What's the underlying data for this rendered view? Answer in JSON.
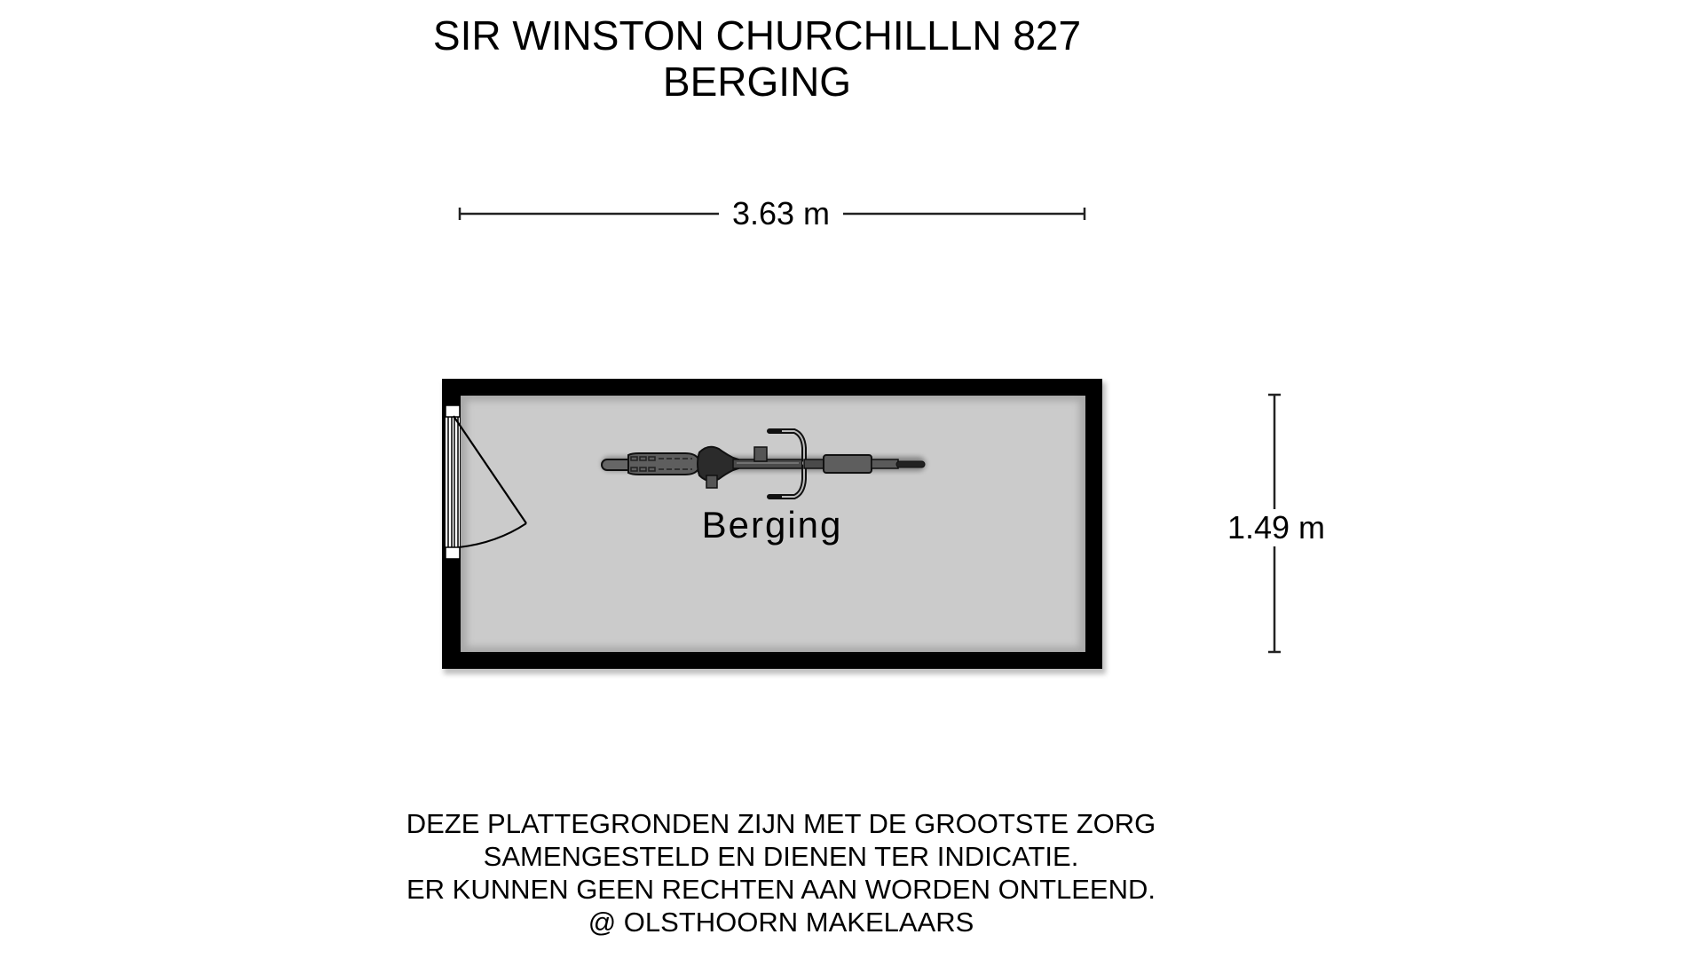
{
  "header": {
    "address": "SIR WINSTON CHURCHILLLN 827",
    "floor": "BERGING"
  },
  "dimensions": {
    "width_label": "3.63 m",
    "depth_label": "1.49 m"
  },
  "rooms": [
    {
      "name": "Berging",
      "fill": "#cbcbcb",
      "furniture": [
        "bicycle"
      ]
    }
  ],
  "openings": [
    {
      "type": "door",
      "wall": "left",
      "swing": "inward"
    }
  ],
  "colors": {
    "wall": "#000000",
    "floor": "#cbcbcb",
    "background": "#ffffff"
  },
  "disclaimer": {
    "lines": [
      "DEZE PLATTEGRONDEN ZIJN MET DE GROOTSTE ZORG",
      "SAMENGESTELD EN DIENEN TER INDICATIE.",
      "ER KUNNEN GEEN RECHTEN AAN WORDEN ONTLEEND.",
      "@ OLSTHOORN MAKELAARS"
    ]
  }
}
